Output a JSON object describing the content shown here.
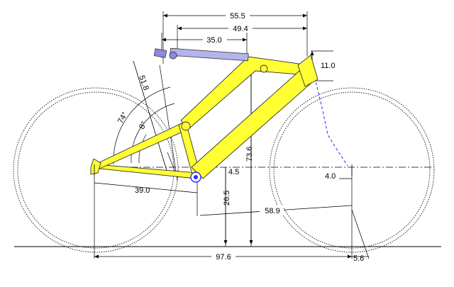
{
  "dimensions": {
    "top_tube_effective": "55.5",
    "top_tube_stack": "49.4",
    "seat_tube_offset": "35.0",
    "head_tube": "11.0",
    "seat_tube_length": "51.8",
    "seat_angle": "74°",
    "stay_angle": "8°",
    "chainstay": "39.0",
    "bb_drop": "4.5",
    "bb_height": "26.5",
    "stack": "73.6",
    "front_center": "58.9",
    "fork_offset": "4.0",
    "wheelbase": "97.6",
    "trail": "5.6"
  },
  "colors": {
    "frame_fill": "#ffff33",
    "outline": "#333333",
    "fork_line": "#2a2aff",
    "component": "#8a8adf"
  }
}
